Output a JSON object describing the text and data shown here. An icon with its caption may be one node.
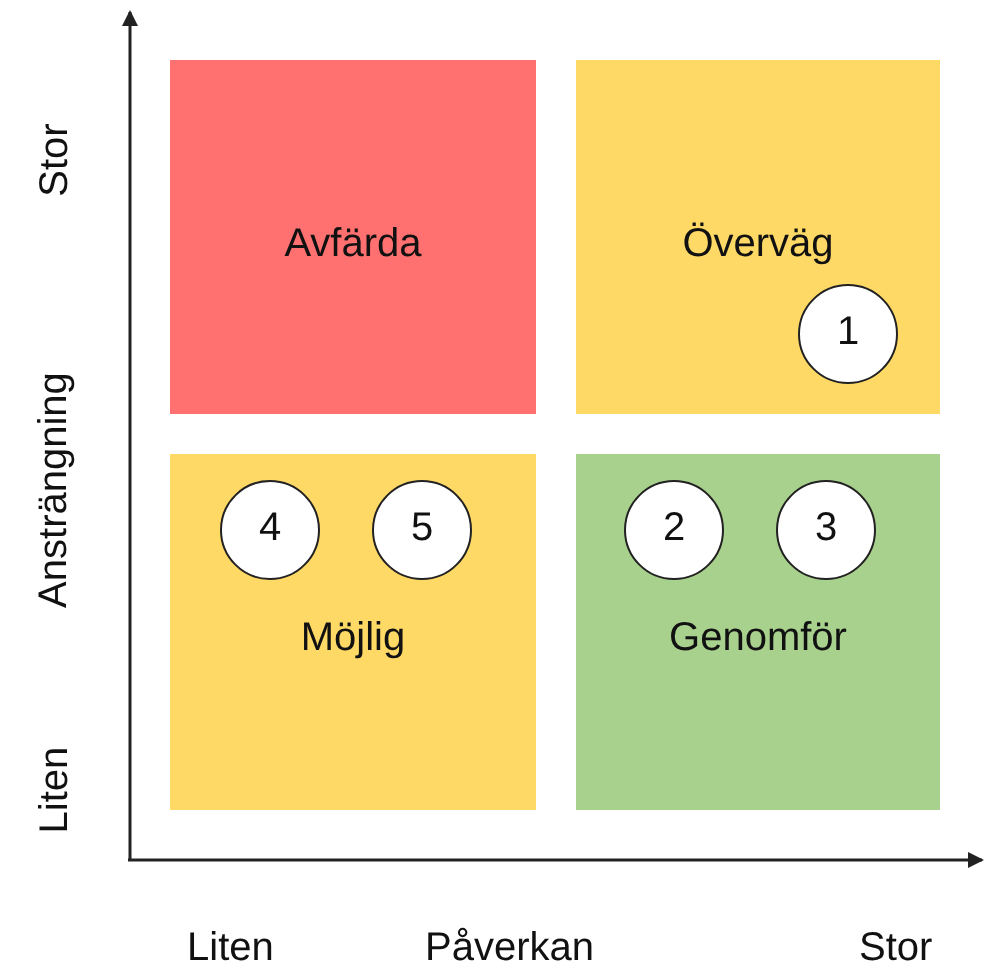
{
  "diagram": {
    "nodes": [
      {
        "text": [
          "Avfärda"
        ]
      },
      {
        "text": [
          "Överväg"
        ]
      },
      {
        "text": [
          "1"
        ],
        "in": 1
      },
      {
        "text": [
          "Möjlig"
        ]
      },
      {
        "text": [
          "4"
        ],
        "in": 3
      },
      {
        "text": [
          "5"
        ],
        "in": 3
      },
      {
        "text": [
          "Genomför"
        ]
      },
      {
        "text": [
          "2"
        ],
        "in": 6
      },
      {
        "text": [
          "3"
        ],
        "in": 6
      }
    ],
    "edges": [],
    "labels": [
      "Stor",
      "Ansträngning",
      "Liten",
      "Liten",
      "Påverkan",
      "Stor"
    ]
  }
}
